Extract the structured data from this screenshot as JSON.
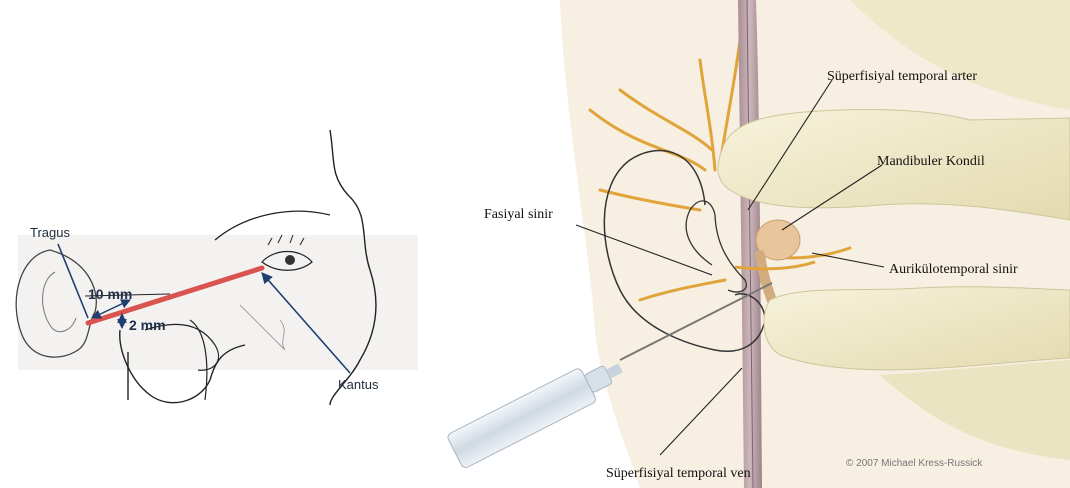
{
  "left_diagram": {
    "labels": {
      "tragus": "Tragus",
      "kantus": "Kantus",
      "dist_10mm": "10 mm",
      "dist_2mm": "2 mm"
    },
    "colors": {
      "red_line": "#d9534f",
      "sketch": "#222222",
      "pointer": "#1f3f6e"
    }
  },
  "right_illustration": {
    "labels": {
      "superficial_temporal_artery": "Süperfisiyal temporal arter",
      "mandibular_condyle": "Mandibuler Kondil",
      "facial_nerve": "Fasiyal sinir",
      "auriculotemporal_nerve": "Aurikülotemporal sinir",
      "superficial_temporal_vein": "Süperfisiyal temporal ven"
    },
    "copyright": "© 2007 Michael Kress-Russick",
    "colors": {
      "glove": "#ece6c4",
      "skin": "#f3eada",
      "nerve": "#e0a43a",
      "vessel": "#b79aa0",
      "condyle": "#e8c59a",
      "syringe": "#dfe7ee"
    }
  }
}
